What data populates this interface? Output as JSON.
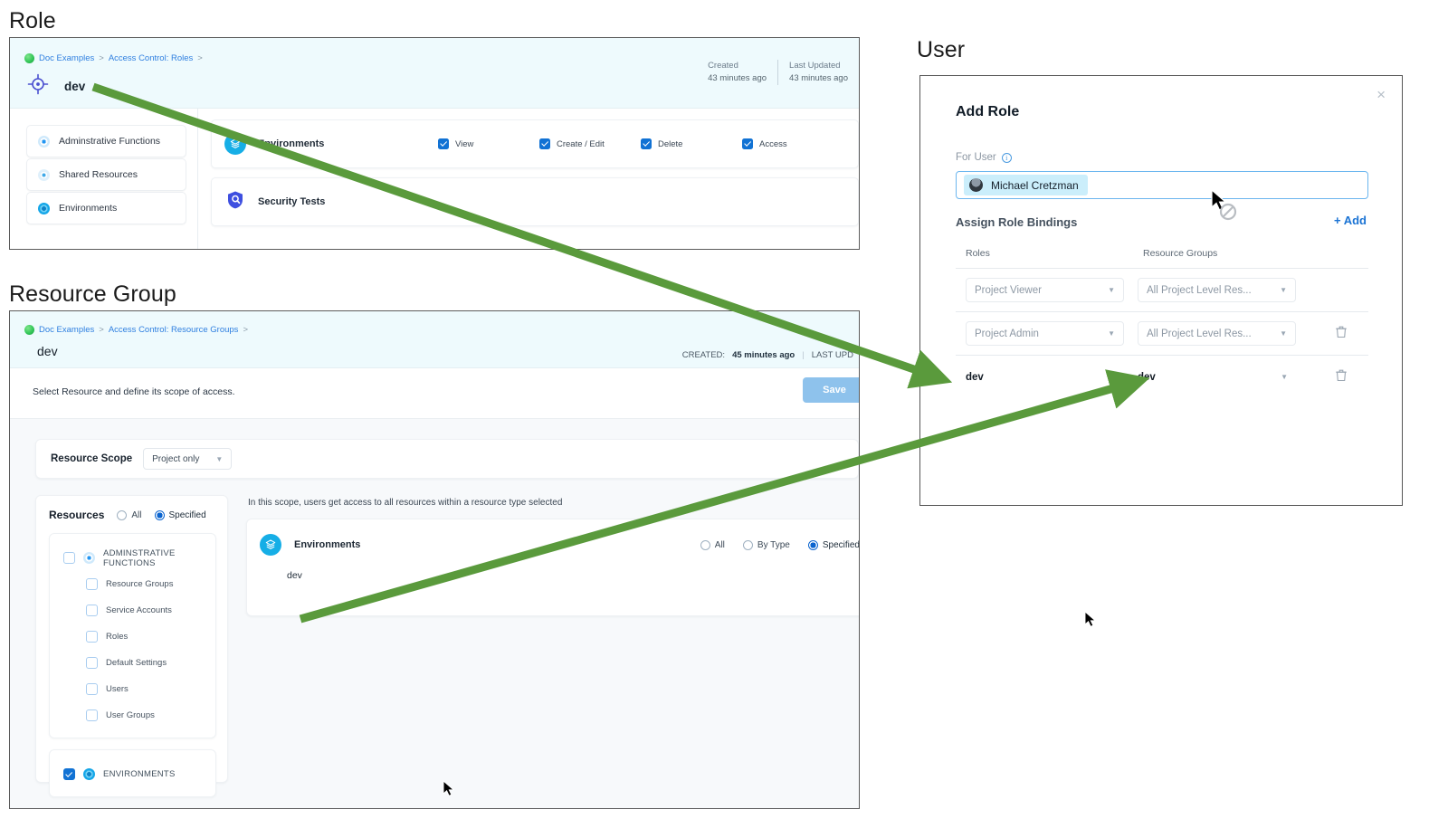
{
  "sections": {
    "role": "Role",
    "resource_group": "Resource Group",
    "user": "User"
  },
  "role_panel": {
    "breadcrumb": {
      "root": "Doc Examples",
      "sep": ">",
      "level2": "Access Control: Roles",
      "sep2": ">"
    },
    "title": "dev",
    "meta": [
      {
        "label": "Created",
        "value": "43 minutes ago"
      },
      {
        "label": "Last Updated",
        "value": "43 minutes ago"
      }
    ],
    "sidebar": [
      {
        "label": "Adminstrative Functions"
      },
      {
        "label": "Shared Resources"
      },
      {
        "label": "Environments"
      }
    ],
    "permissions": [
      {
        "name": "Environments",
        "checks": [
          {
            "label": "View",
            "checked": true
          },
          {
            "label": "Create / Edit",
            "checked": true
          },
          {
            "label": "Delete",
            "checked": true
          },
          {
            "label": "Access",
            "checked": true
          }
        ]
      },
      {
        "name": "Security Tests",
        "checks": []
      }
    ]
  },
  "resource_group_panel": {
    "breadcrumb": {
      "root": "Doc Examples",
      "sep": ">",
      "level2": "Access Control: Resource Groups",
      "sep2": ">"
    },
    "title": "dev",
    "meta": {
      "created_label": "CREATED:",
      "created_value": "45 minutes ago",
      "divider": "|",
      "updated_label": "LAST UPD"
    },
    "subtitle": "Select Resource and define its scope of access.",
    "save_label": "Save",
    "scope": {
      "label": "Resource Scope",
      "value": "Project only"
    },
    "resources": {
      "title": "Resources",
      "options": [
        {
          "label": "All",
          "selected": false
        },
        {
          "label": "Specified",
          "selected": true
        }
      ],
      "groups": [
        {
          "label": "ADMINSTRATIVE FUNCTIONS",
          "checked": false,
          "children": [
            {
              "label": "Resource Groups",
              "checked": false
            },
            {
              "label": "Service Accounts",
              "checked": false
            },
            {
              "label": "Roles",
              "checked": false
            },
            {
              "label": "Default Settings",
              "checked": false
            },
            {
              "label": "Users",
              "checked": false
            },
            {
              "label": "User Groups",
              "checked": false
            }
          ]
        },
        {
          "label": "ENVIRONMENTS",
          "checked": true,
          "children": []
        }
      ]
    },
    "scope_note": "In this scope, users get access to all resources within a resource type selected",
    "env_card": {
      "name": "Environments",
      "options": [
        {
          "label": "All",
          "selected": false
        },
        {
          "label": "By Type",
          "selected": false
        },
        {
          "label": "Specified",
          "selected": true
        }
      ],
      "selected_value": "dev"
    }
  },
  "dialog": {
    "close_icon": "×",
    "title": "Add Role",
    "for_user_label": "For User",
    "user_chip": "Michael Cretzman",
    "assign_label": "Assign Role Bindings",
    "add_label": "+ Add",
    "columns": {
      "roles": "Roles",
      "resource_groups": "Resource Groups"
    },
    "rows": [
      {
        "role": "Project Viewer",
        "resource_group": "All Project Level Res...",
        "deletable": false,
        "muted": true
      },
      {
        "role": "Project Admin",
        "resource_group": "All Project Level Res...",
        "deletable": true,
        "muted": true
      },
      {
        "role": "dev",
        "resource_group": "dev",
        "deletable": true,
        "muted": false
      }
    ]
  },
  "colors": {
    "accent_blue": "#1172d4",
    "link_blue": "#2f7fe0",
    "header_bg": "#eefafd",
    "arrow_green": "#5a9a3c",
    "env_cyan": "#16aee6"
  }
}
